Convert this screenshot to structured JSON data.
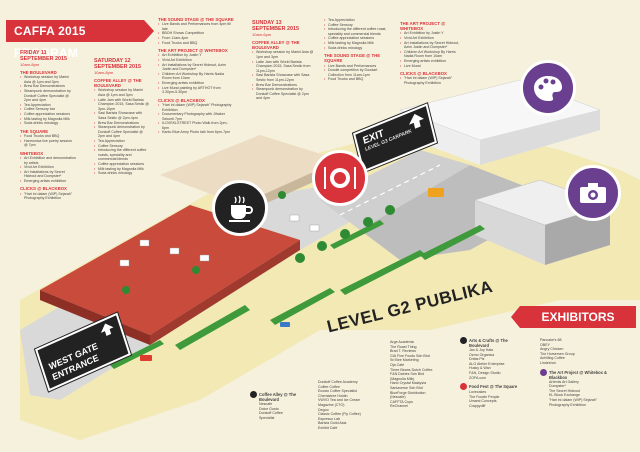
{
  "title": "CAFFA 2015 PROGRAM",
  "friday": {
    "date": "FRIDAY 11 SEPTEMBER 2015",
    "time": "10am-8pm",
    "sections": [
      {
        "heading": "THE BOULEVARD",
        "items": [
          "Workshop session by Marini Asia @ 1pm and 3pm",
          "Brew Bar Demonstrations",
          "Steampunk demonstration by Donkoff Coffee Specialist @ 2pm and 4pm",
          "Tea Appreciation",
          "Coffee Sensory bar",
          "Coffee appreciation sessions",
          "Milk tasting by Magnolia Milk",
          "Soda drinks mixology"
        ]
      },
      {
        "heading": "THE SQUARE",
        "items": [
          "Food Trucks and BBQ",
          "Harmonica live poetry session @ 7pm"
        ]
      },
      {
        "heading": "WHITEBOX",
        "items": [
          "Art Exhibition and demonstration by artists",
          "Vivid Art Exhibition",
          "Art Installations by Secret Hideout and Dumpster*",
          "Emerging artists exhibition"
        ]
      },
      {
        "heading": "CLICKS @ BLACKBOX",
        "items": [
          "\"Hari ini dalam (WIP) Sejarah\" Photography Exhibition"
        ]
      }
    ]
  },
  "saturday": {
    "date": "SATURDAY 12 SEPTEMBER 2015",
    "time": "10am-8pm",
    "sections": [
      {
        "heading": "COFFEE ALLEY @ THE BOULEVARD",
        "items": [
          "Workshop session by Marini Asia @ 1pm and 3pm",
          "Latte Jam with World Barista Champion 2015, Sasa Sestic @ 3pm-10pm",
          "Sasi Barista Showcase with Sasa Sestic @ 2pm-4pm",
          "Brew Bar Demonstrations",
          "Steampunk demonstration by Donkoff Coffee Specialist @ 2pm and 4pm",
          "Tea Appreciation",
          "Coffee Sensory",
          "Introducing the different coffee roasts, speciality and commercial blends",
          "Coffee appreciation sessions",
          "Milk tasting by Magnolia Milk",
          "Soda drinks mixology"
        ]
      }
    ]
  },
  "stage_col": {
    "sections": [
      {
        "heading": "THE SOUND STAGE @ THE SQUARE",
        "items": [
          "Live Bands and Performances from 4pm till late",
          "BBOH Shows Competition",
          "From 11am-4pm",
          "Food Trucks and BBQ"
        ]
      },
      {
        "heading": "THE ART PROJECT @ WHITEBOX",
        "items": [
          "Art Exhibition by Justin Y",
          "Vivid Art Exhibition",
          "Art Installations by Secret Hideout, Azim Justin and Dumpster*",
          "Children Art Workshop By Harris Nadia Room from 10am",
          "Emerging artists exhibition",
          "Live Mural painting by ARTHOT from 3.30pm-5.30pm"
        ]
      },
      {
        "heading": "CLICKS @ BLACKBOX",
        "items": [
          "\"Hari ini dalam (WIP) Sejarah\" Photography Exhibition",
          "Documentary Photography with Jifraker Sekunti 7pm",
          "ILOVEKLSTREET Photo Walk from 2pm-6pm",
          "Kantu Blue Army Photo talk from 6pm-7pm"
        ]
      }
    ]
  },
  "sunday": {
    "date": "SUNDAY 13 SEPTEMBER 2015",
    "time": "10am-6pm",
    "sections": [
      {
        "heading": "COFFEE ALLEY @ THE BOULEVARD",
        "items": [
          "Workshop session by Marini Asia @ 1pm and 3pm",
          "Latte Jam with World Barista Champion 2015, Sasa Sestic from 11pm-12pm",
          "Sasi Barista Showcase with Sasa Sestic from 11pm-12pm",
          "Brew Bar Demonstrations",
          "Steampunk demonstration by Donkoff Coffee Specialist @ 2pm and 4pm"
        ]
      }
    ]
  },
  "col5": {
    "items_top": [
      "Tea Appreciation",
      "Coffee Sensory",
      "Introducing the different coffee roast, speciality and commercial blends",
      "Coffee appreciation sessions",
      "Milk tasting by Magnolia Milk",
      "Soda drinks mixology"
    ],
    "sections": [
      {
        "heading": "THE SOUND STAGE @ THE SQUARE",
        "items": [
          "Live Bands and Performances",
          "Doodle competition by Doodart Collection from 11am-1pm",
          "Food Trucks and BBQ"
        ]
      }
    ]
  },
  "col6": {
    "sections": [
      {
        "heading": "THE ART PROJECT @ WHITEBOX",
        "items": [
          "Art Exhibition by Justin Y",
          "Vivid Art Exhibition",
          "Art Installations by Secret Hideout, Azim Justin and Dumpster*",
          "Children Art Workshop By Harris Nadia Room from 10am",
          "Emerging artists exhibition",
          "Live Mural"
        ]
      },
      {
        "heading": "CLICKS @ BLACKBOX",
        "items": [
          "\"Hari ini dalam (WIP) Sejarah\" Photography Exhibition"
        ]
      }
    ]
  },
  "signs": {
    "exit_line1": "EXIT",
    "exit_line2": "LEVEL G3 CARPARK",
    "west_line1": "WEST GATE",
    "west_line2": "ENTRANCE",
    "level": "LEVEL G2 PUBLIKA"
  },
  "exhibitors": {
    "banner": "EXHIBITORS",
    "coffee_alley": {
      "heading": "Coffee Alley @ The Boulevard",
      "items": [
        "Nescafe",
        "Dolce Gusto",
        "Donkoff Coffee",
        "Specialist"
      ]
    },
    "col_a": [
      "Dunkoff Coffee Academy",
      "Coffee Coffee",
      "Ecosto Coffee Specialist",
      "Chemistree Holdin",
      "VWVO Tea and Ice Cream",
      "Magazine (CTO)",
      "Degoo",
      "Classic Coffee (Fly Coffee)",
      "Espresso Lab",
      "Barista Guild Asia",
      "Exhibit Café"
    ],
    "col_b": [
      "Arge Academic",
      "The Roast Thing",
      "Brad T. Reviews",
      "GIA Fine Foods Sdn Bhd",
      "Sri Bee Marketing",
      "Oja Café",
      "Three Beans Dutch Coffee",
      "F&N Dairies Sdn Bhd",
      "(Magnolia Milk)",
      "Hario Crystal Malaysia",
      "Sanlaverse Sdn Bhd",
      "BlueForge Distribution",
      "(Nescafe)",
      "CAFFTA Cups",
      "ReChannel"
    ],
    "arts_crafts": {
      "heading": "Arts & Crafts @ The Boulevard",
      "items": [
        "Jan & Joy Hats",
        "Ozmo Organica",
        "Dritas Plz",
        "ALO Atelier Enterprise",
        "Husky & Wan",
        "F&N, Design Studio",
        "ZOFA.com"
      ]
    },
    "food": {
      "heading": "Food Fest @ The Square",
      "items": [
        "Lovecakes",
        "The Foodie People",
        "Umami Concepts",
        "Crappydiff"
      ]
    },
    "col_d": [
      "Pancake's 88",
      "OBEY",
      "Angry Chicken",
      "The Horsemen Group",
      "Achilling Coffee",
      "Lindeshot"
    ],
    "art_project": {
      "heading": "The Art Project @ Whitebox & Blackbox",
      "items": [
        "Artemis Art Gallery",
        "Dumpster*",
        "The Secret Hideout",
        "KL Block Exchange",
        "\"Hari ini dalam (WIP) Sejarah\"",
        "Photography Exhibition"
      ]
    }
  },
  "colors": {
    "accent": "#d8323b",
    "dark": "#222222",
    "cream": "#f6f1dc",
    "purple": "#6a3f8f"
  },
  "icons": [
    "coffee-cup-icon",
    "dining-plate-icon",
    "palette-icon",
    "camera-icon"
  ]
}
